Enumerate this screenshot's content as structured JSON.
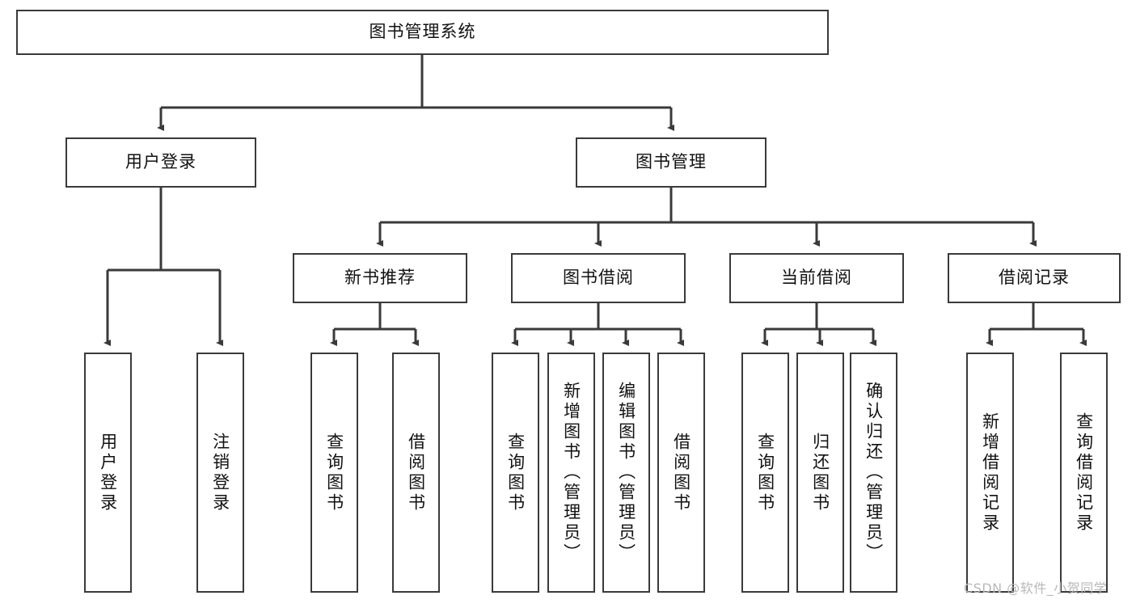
{
  "diagram": {
    "type": "tree-flowchart",
    "title": "图书管理系统",
    "colors": {
      "box_border": "#3a3a3a",
      "box_fill": "#ffffff",
      "edge": "#3a3a3a",
      "text": "#111111",
      "watermark": "#b8b8b8",
      "background": "#ffffff"
    },
    "watermark": "CSDN @软件_小贺同学",
    "nodes": {
      "root": {
        "label": "图书管理系统",
        "orientation": "horizontal"
      },
      "l2_user_login": {
        "label": "用户登录",
        "orientation": "horizontal"
      },
      "l2_book_mgmt": {
        "label": "图书管理",
        "orientation": "horizontal"
      },
      "l3_new_book": {
        "label": "新书推荐",
        "orientation": "horizontal"
      },
      "l3_borrow": {
        "label": "图书借阅",
        "orientation": "horizontal"
      },
      "l3_current": {
        "label": "当前借阅",
        "orientation": "horizontal"
      },
      "l3_record": {
        "label": "借阅记录",
        "orientation": "horizontal"
      },
      "leaf_user_login": {
        "label": "用户登录",
        "orientation": "vertical"
      },
      "leaf_logout": {
        "label": "注销登录",
        "orientation": "vertical"
      },
      "leaf_nb_query": {
        "label": "查询图书",
        "orientation": "vertical"
      },
      "leaf_nb_borrow": {
        "label": "借阅图书",
        "orientation": "vertical"
      },
      "leaf_bb_query": {
        "label": "查询图书",
        "orientation": "vertical"
      },
      "leaf_bb_add": {
        "label": "新增图书（管理员）",
        "orientation": "vertical"
      },
      "leaf_bb_edit": {
        "label": "编辑图书（管理员）",
        "orientation": "vertical"
      },
      "leaf_bb_borrow": {
        "label": "借阅图书",
        "orientation": "vertical"
      },
      "leaf_cb_query": {
        "label": "查询图书",
        "orientation": "vertical"
      },
      "leaf_cb_return": {
        "label": "归还图书",
        "orientation": "vertical"
      },
      "leaf_cb_confirm": {
        "label": "确认归还（管理员）",
        "orientation": "vertical"
      },
      "leaf_rec_add": {
        "label": "新增借阅记录",
        "orientation": "vertical"
      },
      "leaf_rec_query": {
        "label": "查询借阅记录",
        "orientation": "vertical"
      }
    },
    "edges": [
      {
        "from": "root",
        "to": "l2_user_login"
      },
      {
        "from": "root",
        "to": "l2_book_mgmt"
      },
      {
        "from": "l2_user_login",
        "to": "leaf_user_login"
      },
      {
        "from": "l2_user_login",
        "to": "leaf_logout"
      },
      {
        "from": "l2_book_mgmt",
        "to": "l3_new_book"
      },
      {
        "from": "l2_book_mgmt",
        "to": "l3_borrow"
      },
      {
        "from": "l2_book_mgmt",
        "to": "l3_current"
      },
      {
        "from": "l2_book_mgmt",
        "to": "l3_record"
      },
      {
        "from": "l3_new_book",
        "to": "leaf_nb_query"
      },
      {
        "from": "l3_new_book",
        "to": "leaf_nb_borrow"
      },
      {
        "from": "l3_borrow",
        "to": "leaf_bb_query"
      },
      {
        "from": "l3_borrow",
        "to": "leaf_bb_add"
      },
      {
        "from": "l3_borrow",
        "to": "leaf_bb_edit"
      },
      {
        "from": "l3_borrow",
        "to": "leaf_bb_borrow"
      },
      {
        "from": "l3_current",
        "to": "leaf_cb_query"
      },
      {
        "from": "l3_current",
        "to": "leaf_cb_return"
      },
      {
        "from": "l3_current",
        "to": "leaf_cb_confirm"
      },
      {
        "from": "l3_record",
        "to": "leaf_rec_add"
      },
      {
        "from": "l3_record",
        "to": "leaf_rec_query"
      }
    ]
  }
}
